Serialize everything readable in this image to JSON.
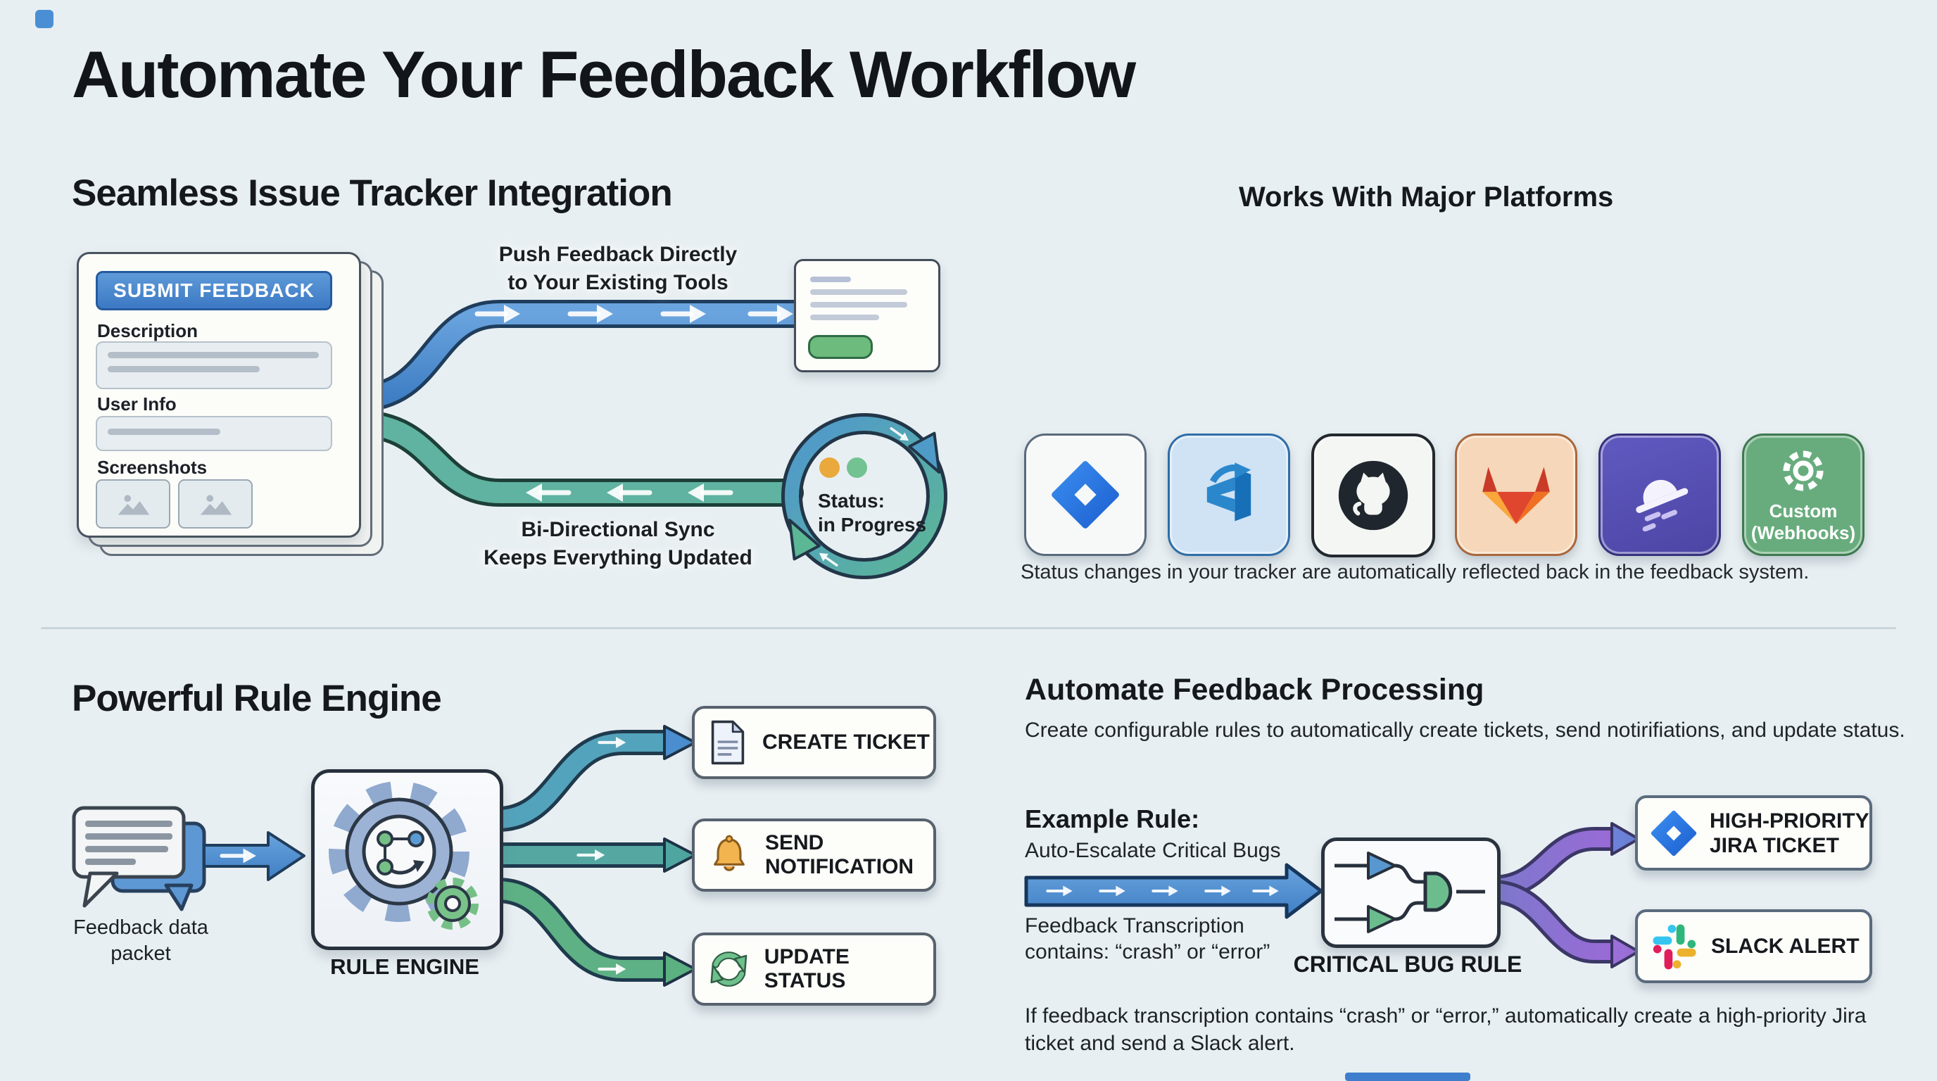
{
  "header": {
    "title": "Automate Your Feedback Workflow"
  },
  "integration": {
    "heading": "Seamless Issue Tracker Integration",
    "form": {
      "submit_button": "SUBMIT FEEDBACK",
      "description_label": "Description",
      "user_info_label": "User Info",
      "screenshots_label": "Screenshots"
    },
    "push_caption": {
      "line1": "Push Feedback Directly",
      "line2": "to Your Existing Tools"
    },
    "sync_caption": {
      "line1": "Bi-Directional Sync",
      "line2": "Keeps Everything Updated"
    },
    "status_badge": {
      "line1": "Status:",
      "line2": "in Progress"
    }
  },
  "platforms": {
    "heading": "Works With Major Platforms",
    "custom_tile": {
      "line1": "Custom",
      "line2": "(Webhooks)"
    },
    "caption": "Status changes in your tracker are automatically reflected back in the feedback system."
  },
  "rule_engine": {
    "heading": "Powerful Rule Engine",
    "input_label": {
      "line1": "Feedback data",
      "line2": "packet"
    },
    "engine_label": "RULE ENGINE",
    "outputs": [
      {
        "label": "CREATE TICKET"
      },
      {
        "line1": "SEND",
        "line2": "NOTIFICATION"
      },
      {
        "label": "UPDATE STATUS"
      }
    ]
  },
  "processing": {
    "heading": "Automate Feedback Processing",
    "description": "Create configurable rules to automatically create tickets, send notirifiations, and update status.",
    "example": {
      "label": "Example Rule:",
      "name": "Auto-Escalate Critical Bugs",
      "condition_line1": "Feedback Transcription",
      "condition_line2": "contains: “crash” or “error”",
      "rule_label": "CRITICAL BUG RULE",
      "jira_action": {
        "line1": "HIGH-PRIORITY",
        "line2": "JIRA TICKET"
      },
      "slack_action": "SLACK ALERT",
      "summary": "If feedback transcription contains “crash” or “error,” automatically create a high-priority Jira ticket and send a Slack alert."
    }
  },
  "colors": {
    "background": "#e8eff2",
    "pipe_blue": "#4e96cc",
    "pipe_teal": "#5fb3a0",
    "pipe_purple": "#8a74d0",
    "accent_green": "#6dbb7d",
    "accent_orange": "#eaa93c",
    "button_blue": "#3c79c4"
  }
}
